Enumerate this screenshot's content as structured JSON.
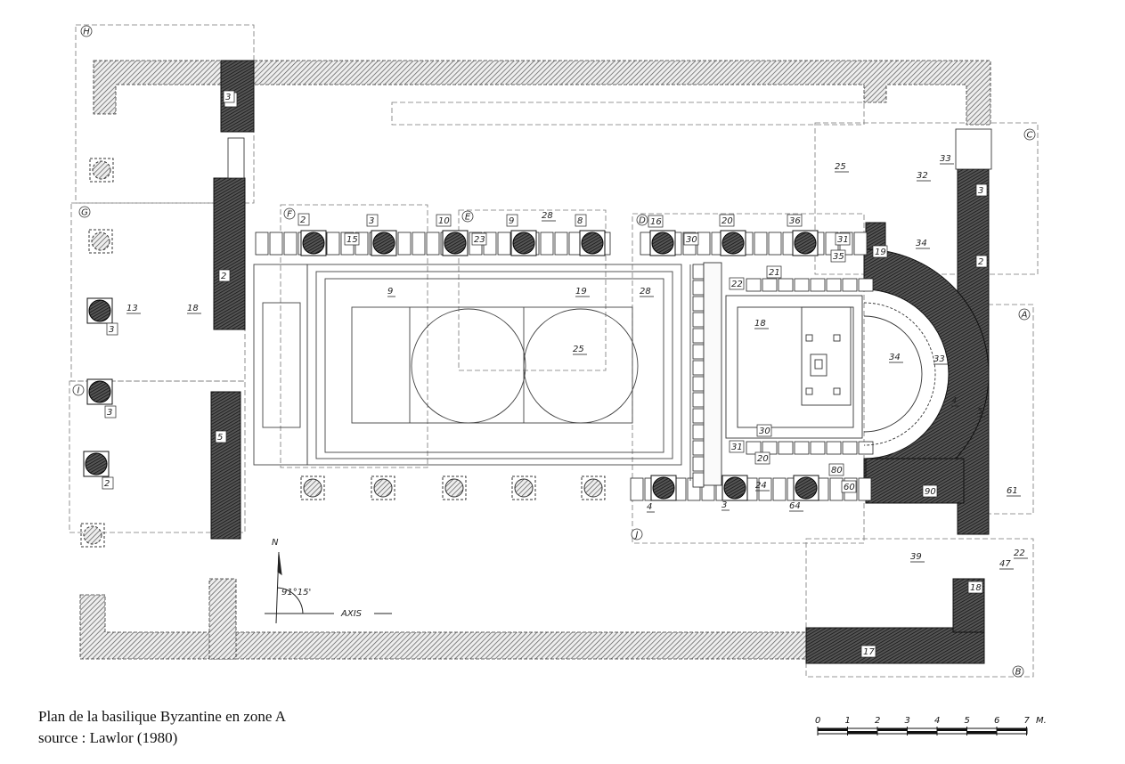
{
  "caption": {
    "title": "Plan de la basilique Byzantine en zone A",
    "source": "source : Lawlor (1980)"
  },
  "scale": {
    "ticks": [
      "0",
      "1",
      "2",
      "3",
      "4",
      "5",
      "6",
      "7"
    ],
    "unit": "M."
  },
  "orientation": {
    "north": "N",
    "angle": "91°15'",
    "axis": "AXIS"
  },
  "grid_letters": [
    "H",
    "G",
    "I",
    "F",
    "E",
    "D",
    "J",
    "C",
    "A",
    "B"
  ],
  "labels": [
    "3",
    "2",
    "5",
    "3",
    "2",
    "5",
    "4",
    "13",
    "18",
    "3",
    "3",
    "2",
    "2",
    "3",
    "10",
    "9",
    "28",
    "8",
    "16",
    "20",
    "36",
    "15",
    "23",
    "30",
    "31",
    "35",
    "19",
    "34",
    "21",
    "22",
    "9",
    "19",
    "28",
    "25",
    "18",
    "34",
    "33",
    "30",
    "31",
    "20",
    "80",
    "24",
    "60",
    "90",
    "61",
    "4",
    "3",
    "64",
    "25",
    "32",
    "33",
    "39",
    "47",
    "22",
    "18",
    "17"
  ],
  "colors": {
    "ink": "#222222",
    "wall": "#333333",
    "paper": "#ffffff"
  }
}
